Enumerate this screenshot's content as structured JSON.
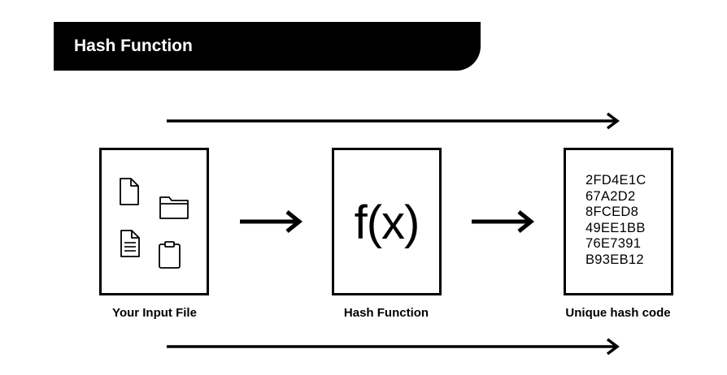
{
  "title": "Hash Function",
  "steps": [
    {
      "label": "Your Input File"
    },
    {
      "label": "Hash Function",
      "symbol": "f(x)"
    },
    {
      "label": "Unique hash code",
      "codes": [
        "2FD4E1C",
        "67A2D2",
        "8FCED8",
        "49EE1BB",
        "76E7391",
        "B93EB12"
      ]
    }
  ],
  "icons": [
    "document-icon",
    "folder-icon",
    "text-document-icon",
    "clipboard-icon"
  ],
  "colors": {
    "ink": "#000000",
    "background": "#ffffff",
    "banner_text": "#ffffff"
  }
}
